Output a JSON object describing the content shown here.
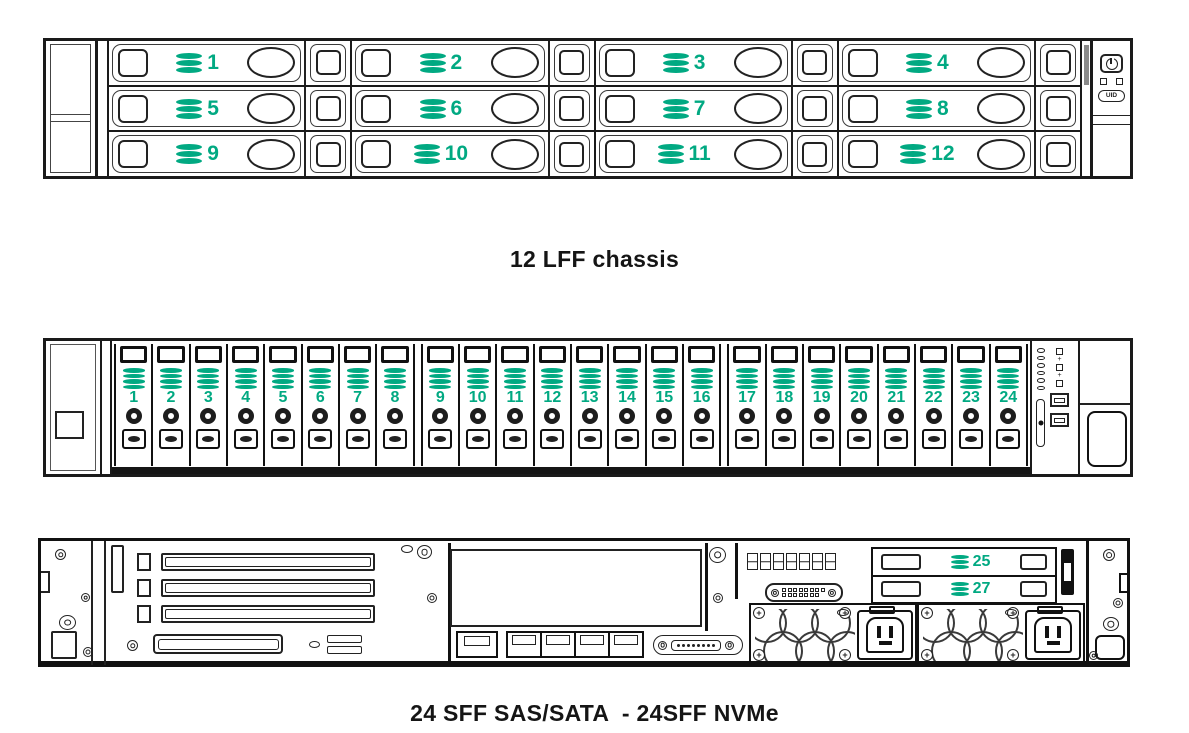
{
  "captions": {
    "lff": "12 LFF chassis",
    "sff": "24 SFF SAS/SATA  - 24SFF NVMe"
  },
  "colors": {
    "accent_green": "#01a982",
    "line": "#1a1a1a"
  },
  "lff_chassis": {
    "uid_label": "UID",
    "bays": [
      "1",
      "2",
      "3",
      "4",
      "5",
      "6",
      "7",
      "8",
      "9",
      "10",
      "11",
      "12"
    ]
  },
  "sff_chassis": {
    "bays": [
      "1",
      "2",
      "3",
      "4",
      "5",
      "6",
      "7",
      "8",
      "9",
      "10",
      "11",
      "12",
      "13",
      "14",
      "15",
      "16",
      "17",
      "18",
      "19",
      "20",
      "21",
      "22",
      "23",
      "24"
    ]
  },
  "rear_view": {
    "bays": [
      "25",
      "27"
    ]
  }
}
